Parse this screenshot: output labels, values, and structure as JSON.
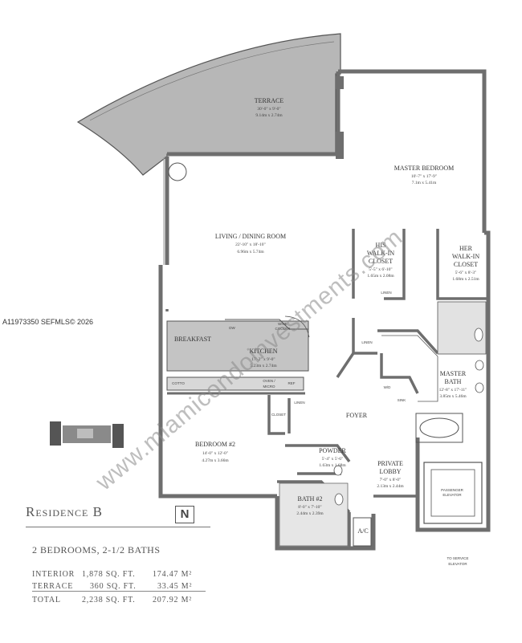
{
  "rooms": {
    "terrace": {
      "name": "TERRACE",
      "dim_imperial": "30'-0\" x 9'-0\"",
      "dim_metric": "9.14m x 2.74m"
    },
    "master_bedroom": {
      "name": "MASTER BEDROOM",
      "dim_imperial": "10'-7\" x 17'-9\"",
      "dim_metric": "7.1m x 5.41m"
    },
    "living_dining": {
      "name": "LIVING / DINING ROOM",
      "dim_imperial": "22'-10\" x 18'-10\"",
      "dim_metric": "6.96m x 5.74m"
    },
    "his_closet": {
      "name_line1": "HIS",
      "name_line2": "WALK-IN",
      "name_line3": "CLOSET",
      "dim_imperial": "5'-5\" x 6'-10\"",
      "dim_metric": "1.65m x 2.08m"
    },
    "her_closet": {
      "name_line1": "HER",
      "name_line2": "WALK-IN",
      "name_line3": "CLOSET",
      "dim_imperial": "5'-6\" x 8'-3\"",
      "dim_metric": "1.68m x 2.51m"
    },
    "breakfast": {
      "name": "BREAKFAST"
    },
    "kitchen": {
      "name": "KITCHEN",
      "dim_imperial": "17'-2\" x 9'-0\"",
      "dim_metric": "5.23m x 2.74m"
    },
    "master_bath": {
      "name_line1": "MASTER",
      "name_line2": "BATH",
      "dim_imperial": "12'-8\" x 17'-11\"",
      "dim_metric": "3.85m x 5.46m"
    },
    "foyer": {
      "name": "FOYER"
    },
    "bedroom2": {
      "name": "BEDROOM #2",
      "dim_imperial": "14'-0\" x 12'-0\"",
      "dim_metric": "4.27m x 3.66m"
    },
    "powder": {
      "name": "POWDER",
      "dim_imperial": "5'-4\" x 5'-6\"",
      "dim_metric": "1.63m x 1.68m"
    },
    "private_lobby": {
      "name_line1": "PRIVATE",
      "name_line2": "LOBBY",
      "dim_imperial": "7'-0\" x 8'-0\"",
      "dim_metric": "2.13m x 2.44m"
    },
    "bath2": {
      "name": "BATH #2",
      "dim_imperial": "8'-0\" x 7'-10\"",
      "dim_metric": "2.44m x 2.39m"
    },
    "ac": {
      "name": "A/C"
    }
  },
  "small_labels": {
    "linen1": "LINEN",
    "linen2": "LINEN",
    "linen3": "LINEN",
    "wd": "W/D",
    "sink": "SINK",
    "dw": "DW",
    "wine_cooler_1": "WINE",
    "wine_cooler_2": "COOLER",
    "cotto": "COTTO",
    "oven_1": "OVEN /",
    "oven_2": "MICRO",
    "ref": "REF",
    "closet": "CLOSET",
    "passenger_1": "PASSENGER",
    "passenger_2": "ELEVATOR",
    "service_1": "TO SERVICE",
    "service_2": "ELEVATOR"
  },
  "info": {
    "title": "Residence B",
    "north": "N",
    "subtitle": "2 BEDROOMS, 2-1/2 BATHS",
    "rows": [
      {
        "label": "INTERIOR",
        "sqft": "1,878 SQ. FT.",
        "sqm": "174.47 M²"
      },
      {
        "label": "TERRACE",
        "sqft": "360 SQ. FT.",
        "sqm": "33.45 M²"
      },
      {
        "label": "TOTAL",
        "sqft": "2,238 SQ. FT.",
        "sqm": "207.92 M²"
      }
    ]
  },
  "side_id": "A11973350 SEFMLS© 2026",
  "watermark": "www.miamicondoinvestments.com",
  "colors": {
    "wall": "#6e6e6e",
    "terrace_fill": "#b7b7b7",
    "kitchen_fill": "#c4c4c4",
    "line": "#555555"
  }
}
